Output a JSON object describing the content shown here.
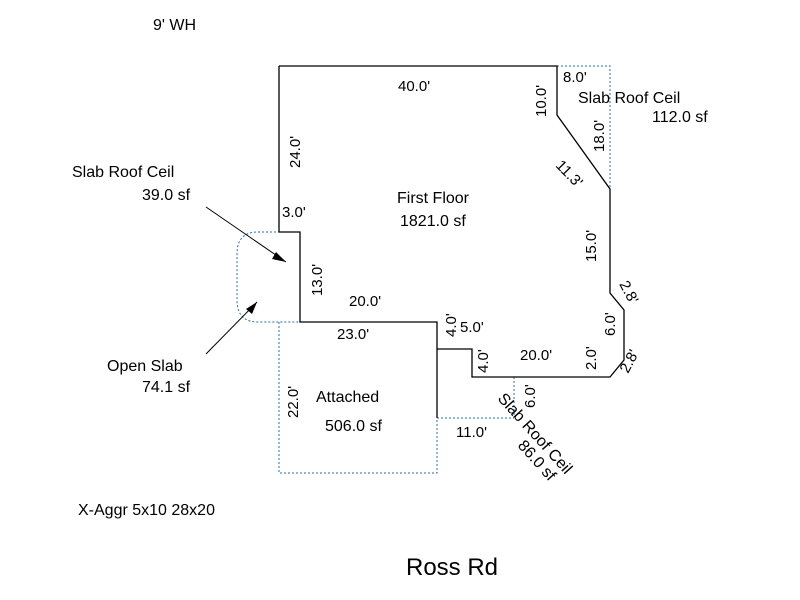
{
  "header_note": "9' WH",
  "footer_note": "X-Aggr 5x10  28x20",
  "road_label": "Ross Rd",
  "areas": {
    "first_floor": {
      "name": "First Floor",
      "area": "1821.0 sf"
    },
    "attached": {
      "name": "Attached",
      "area": "506.0 sf"
    },
    "slab_roof_ceil_right": {
      "name": "Slab Roof Ceil",
      "area": "112.0 sf"
    },
    "slab_roof_ceil_left": {
      "name": "Slab Roof Ceil",
      "area": "39.0 sf"
    },
    "open_slab": {
      "name": "Open Slab",
      "area": "74.1 sf"
    },
    "slab_roof_ceil_bottom": {
      "name": "Slab Roof Ceil",
      "area": "86.0 sf"
    }
  },
  "dimensions": {
    "top_40": "40.0'",
    "left_24": "24.0'",
    "notch_3": "3.0'",
    "notch_13": "13.0'",
    "mid_20": "20.0'",
    "mid_23": "23.0'",
    "step_4a": "4.0'",
    "step_5": "5.0'",
    "step_4b": "4.0'",
    "bottom_20": "20.0'",
    "right_2": "2.0'",
    "right_6": "6.0'",
    "chamfer_2_8_bottom": "2.8'",
    "chamfer_2_8_top": "2.8'",
    "right_15": "15.0'",
    "diag_11_3": "11.3'",
    "notch_10": "10.0'",
    "slab_8": "8.0'",
    "slab_18": "18.0'",
    "garage_22": "22.0'",
    "slab_11": "11.0'",
    "slab_6": "6.0'"
  }
}
